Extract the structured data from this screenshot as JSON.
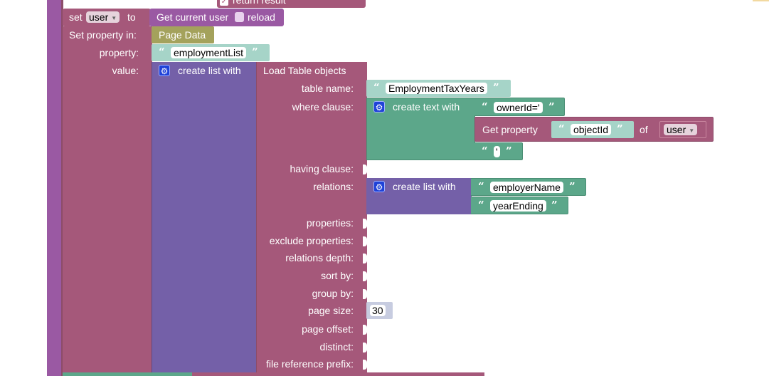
{
  "top_return_label": "return result",
  "set_block": {
    "set": "set",
    "variable": "user",
    "to": "to",
    "getter": "Get current user",
    "reload": "reload"
  },
  "set_property": {
    "label": "Set property in:",
    "target": "Page Data",
    "property_label": "property:",
    "property_value": "employmentList",
    "value_label": "value:"
  },
  "create_list": {
    "label": "create list with"
  },
  "load_table": {
    "title": "Load Table objects",
    "table_name_label": "table name:",
    "table_name": "EmploymentTaxYears",
    "where_label": "where clause:",
    "having_label": "having clause:",
    "relations_label": "relations:",
    "properties_label": "properties:",
    "exclude_label": "exclude properties:",
    "relations_depth_label": "relations depth:",
    "sort_label": "sort by:",
    "group_label": "group by:",
    "page_size_label": "page size:",
    "page_size": "30",
    "page_offset_label": "page offset:",
    "distinct_label": "distinct:",
    "file_prefix_label": "file reference prefix:"
  },
  "create_text": {
    "label": "create text with",
    "part1": "ownerId='",
    "get_property_label": "Get property",
    "property_name": "objectId",
    "of_label": "of",
    "object": "user",
    "part3": "'"
  },
  "relations_list": {
    "label": "create list with",
    "items": [
      "employerName",
      "yearEnding"
    ]
  },
  "colors": {
    "function": "#a5587a",
    "list": "#7460a8",
    "text": "#5ca78a",
    "text_literal": "#a6d4c8",
    "page_data": "#a4a25c",
    "outer": "#9a59a3",
    "number": "#c7cce0"
  }
}
